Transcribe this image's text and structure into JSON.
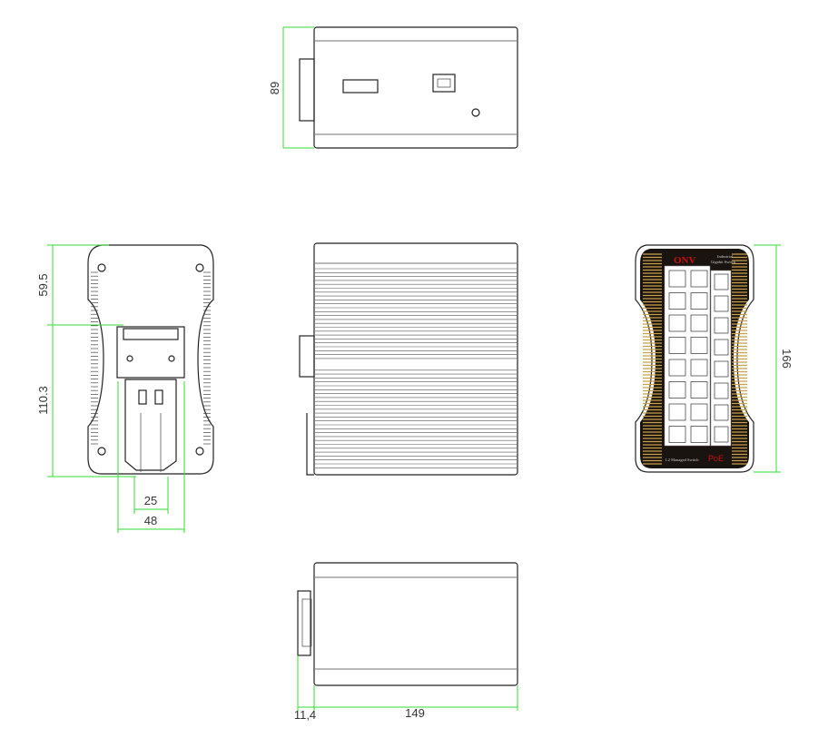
{
  "drawing": {
    "dimensions": {
      "top_height": "89",
      "side_upper": "59.5",
      "side_lower": "110.3",
      "rail_inner": "25",
      "rail_outer": "48",
      "front_height": "166",
      "clip_depth": "11,4",
      "body_depth": "149"
    },
    "panel": {
      "brand": "ONV",
      "title_line1": "Industrial",
      "title_line2": "Gigabit Switch",
      "subtitle": "L2 Managed Switch",
      "poe": "PoE"
    },
    "colors": {
      "dimension": "#33dd33",
      "panel": "#1a1410",
      "stripe": "#c8a04a",
      "brand": "#cc1111"
    }
  }
}
